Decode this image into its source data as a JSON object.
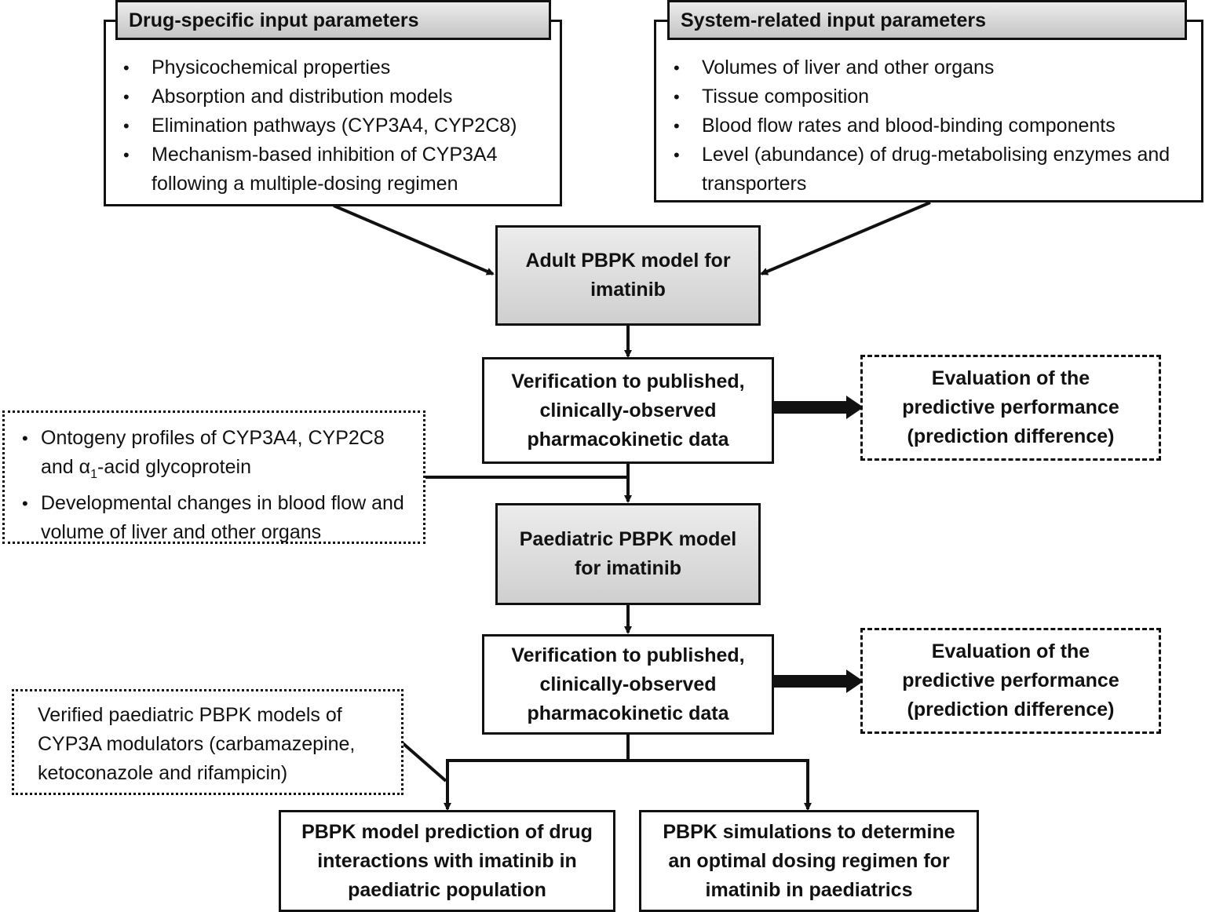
{
  "drug_specific": {
    "title": "Drug-specific input parameters",
    "items": [
      "Physicochemical properties",
      "Absorption and distribution models",
      "Elimination pathways (CYP3A4, CYP2C8)",
      "Mechanism-based inhibition of CYP3A4 following a multiple-dosing regimen"
    ]
  },
  "system_related": {
    "title": "System-related input parameters",
    "items": [
      "Volumes of liver and other organs",
      "Tissue composition",
      "Blood flow rates and blood-binding components",
      "Level (abundance) of drug-metabolising enzymes and transporters"
    ]
  },
  "adult_model": "Adult PBPK model for imatinib",
  "verification_1": "Verification to published, clinically-observed pharmacokinetic data",
  "evaluation_1": "Evaluation of the predictive performance (prediction difference)",
  "ontogeny": {
    "item1_pre": "Ontogeny profiles of CYP3A4, CYP2C8 and α",
    "item1_sub": "1",
    "item1_post": "-acid glycoprotein",
    "item2": "Developmental changes in blood flow and volume of liver and other organs"
  },
  "paediatric_model": "Paediatric PBPK model for imatinib",
  "verification_2": "Verification to published, clinically-observed pharmacokinetic data",
  "evaluation_2": "Evaluation of the predictive performance (prediction difference)",
  "modulators": "Verified paediatric PBPK models of CYP3A modulators (carbamazepine, ketoconazole and rifampicin)",
  "ddi_prediction": "PBPK model prediction of drug interactions with imatinib in paediatric population",
  "dosing_simulation": "PBPK simulations to determine an optimal dosing regimen for imatinib in paediatrics"
}
